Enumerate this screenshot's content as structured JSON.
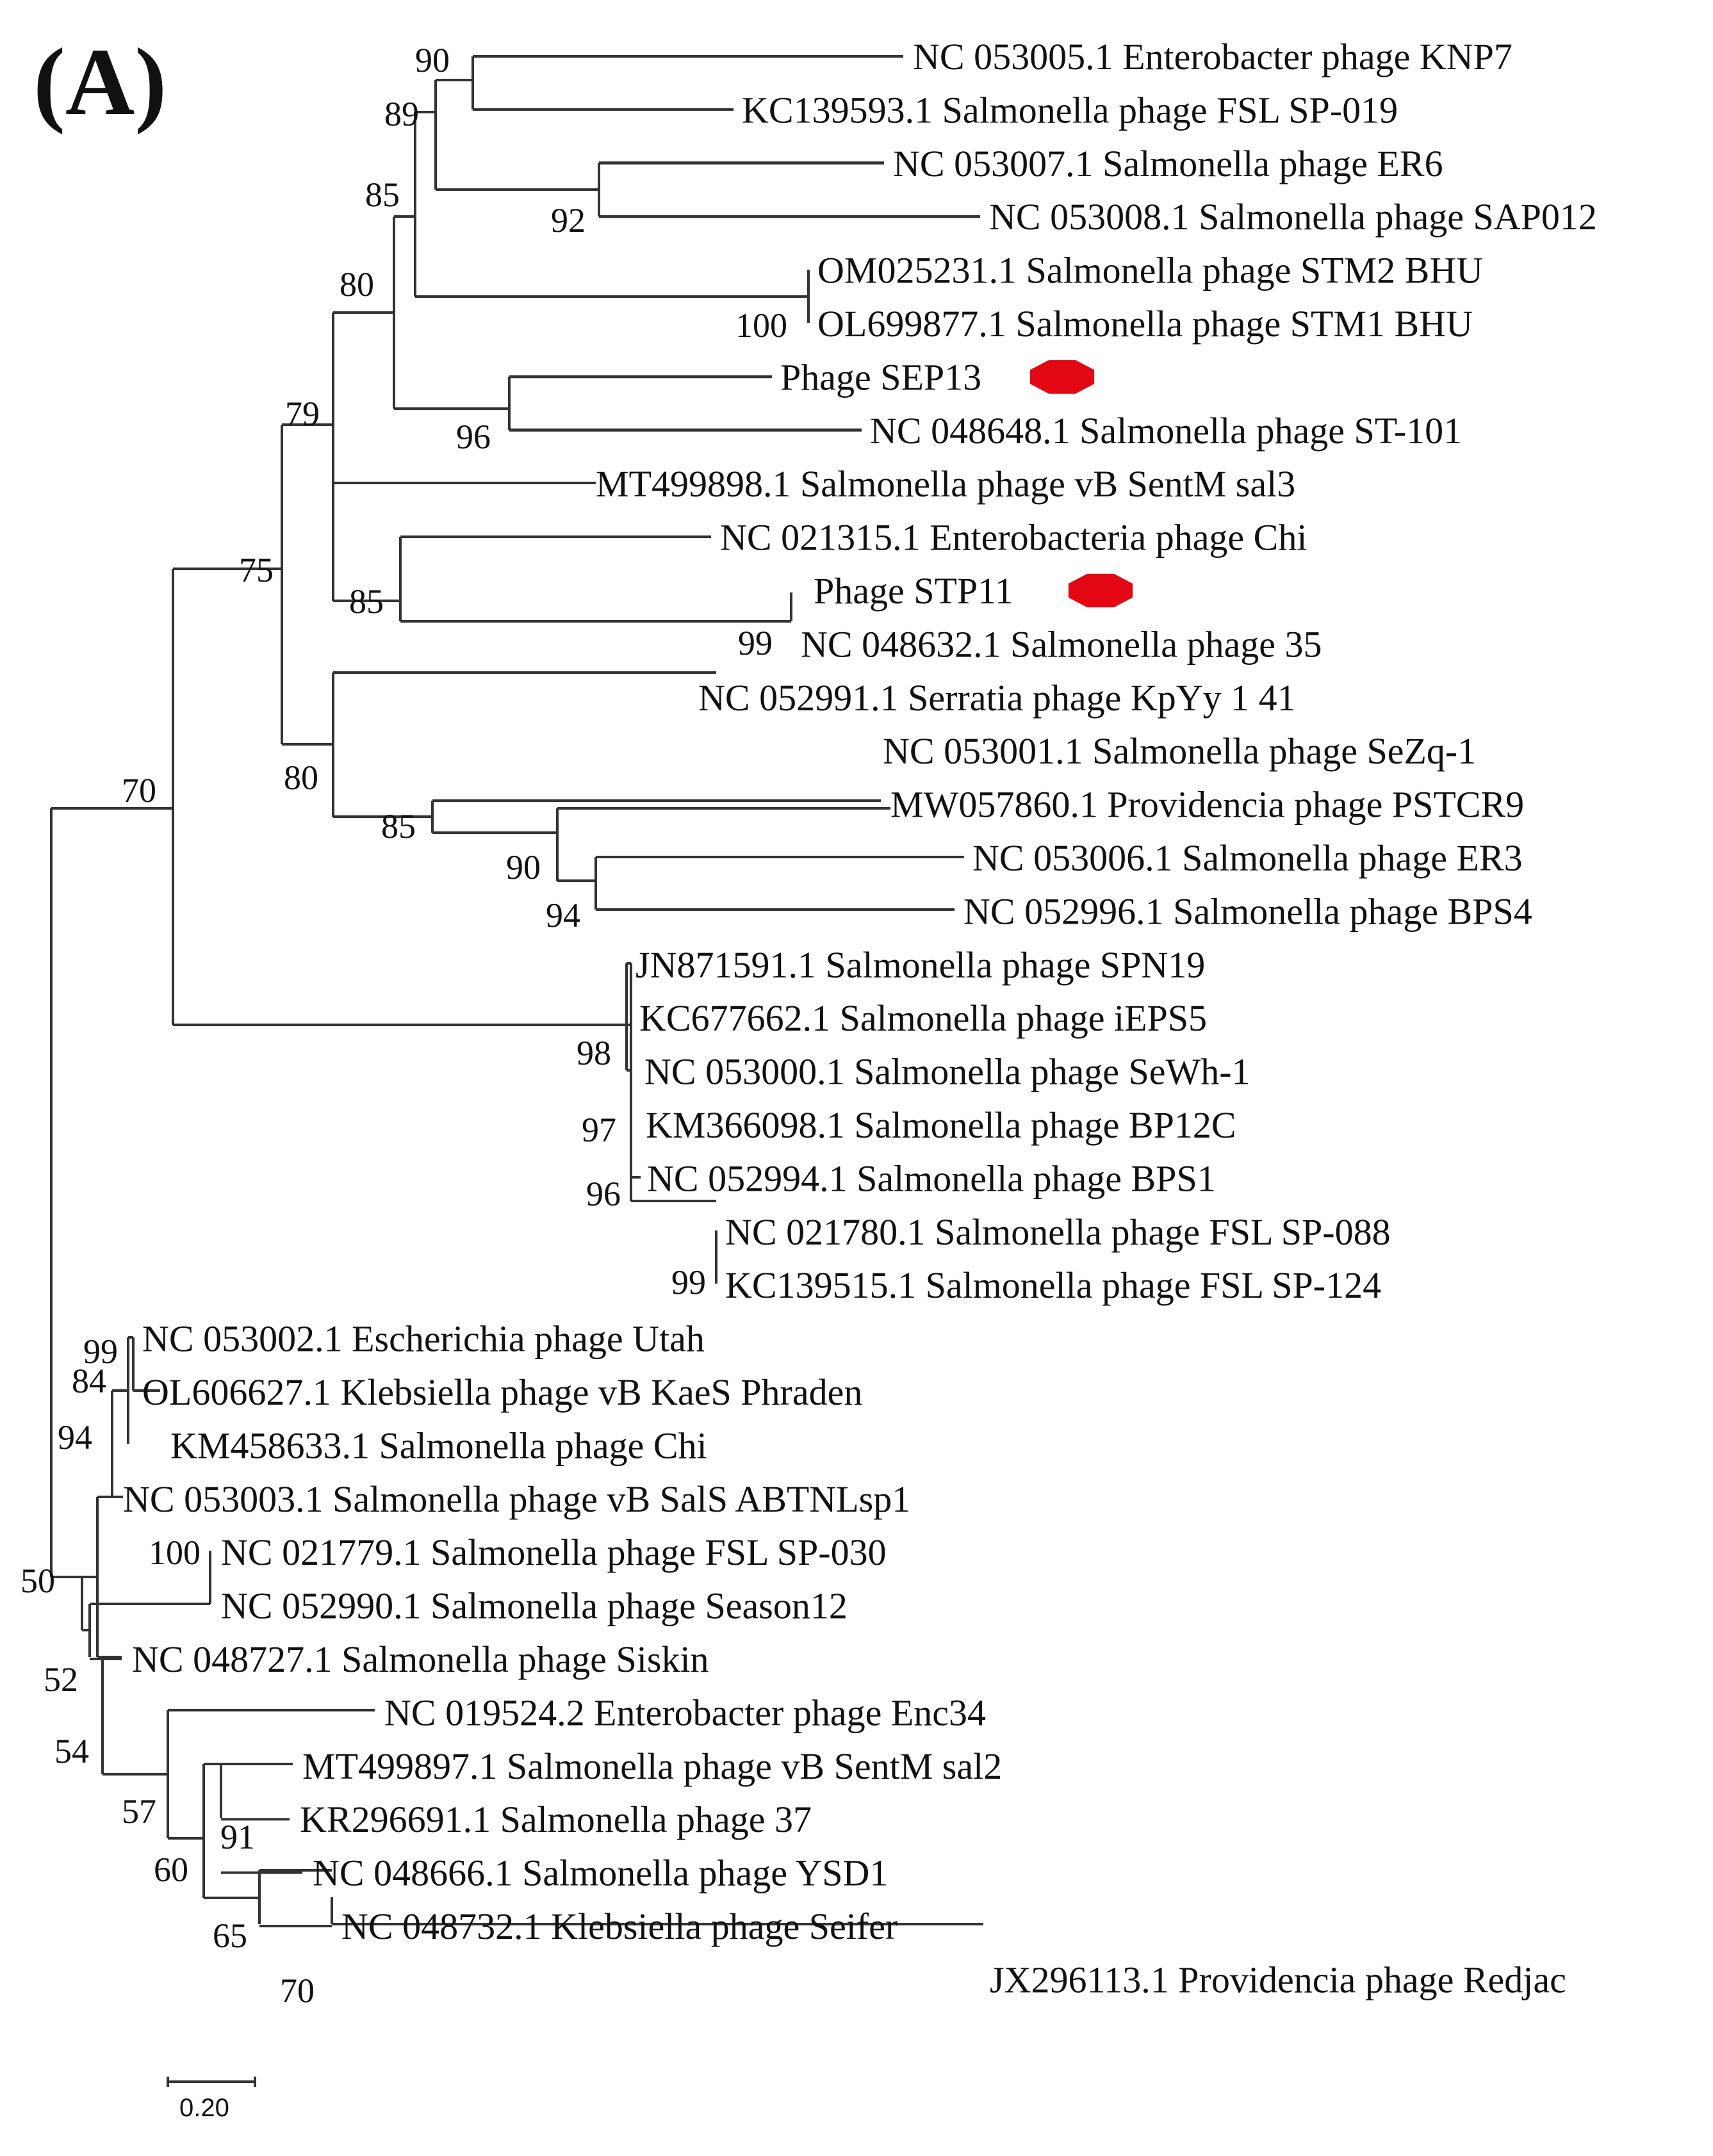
{
  "figure": {
    "panel_label": "(A)",
    "scale_bar_label": "0.20",
    "marker_color": "#e30613",
    "marker_shape": "red-octagon",
    "line_color": "#333333"
  },
  "leaves": [
    {
      "id": "l1",
      "label": "NC 053005.1 Enterobacter phage KNP7"
    },
    {
      "id": "l2",
      "label": "KC139593.1 Salmonella phage FSL SP-019"
    },
    {
      "id": "l3",
      "label": "NC 053007.1 Salmonella phage ER6"
    },
    {
      "id": "l4",
      "label": "NC 053008.1 Salmonella phage SAP012"
    },
    {
      "id": "l5",
      "label": "OM025231.1 Salmonella phage STM2 BHU"
    },
    {
      "id": "l6",
      "label": "OL699877.1 Salmonella phage STM1 BHU"
    },
    {
      "id": "l7",
      "label": "Phage SEP13",
      "marked": true
    },
    {
      "id": "l8",
      "label": "NC 048648.1 Salmonella phage ST-101"
    },
    {
      "id": "l9",
      "label": "MT499898.1 Salmonella phage vB SentM sal3"
    },
    {
      "id": "l10",
      "label": "NC 021315.1 Enterobacteria phage Chi"
    },
    {
      "id": "l11",
      "label": "Phage STP11",
      "marked": true
    },
    {
      "id": "l12",
      "label": "NC 048632.1 Salmonella phage 35"
    },
    {
      "id": "l13",
      "label": "NC 052991.1 Serratia phage KpYy 1 41"
    },
    {
      "id": "l14",
      "label": "NC 053001.1 Salmonella phage SeZq-1"
    },
    {
      "id": "l15",
      "label": "MW057860.1 Providencia phage PSTCR9"
    },
    {
      "id": "l16",
      "label": "NC 053006.1 Salmonella phage ER3"
    },
    {
      "id": "l17",
      "label": "NC 052996.1 Salmonella phage BPS4"
    },
    {
      "id": "l18",
      "label": "JN871591.1 Salmonella phage SPN19"
    },
    {
      "id": "l19",
      "label": "KC677662.1 Salmonella phage iEPS5"
    },
    {
      "id": "l20",
      "label": "NC 053000.1 Salmonella phage SeWh-1"
    },
    {
      "id": "l21",
      "label": "KM366098.1 Salmonella phage BP12C"
    },
    {
      "id": "l22",
      "label": "NC 052994.1 Salmonella phage BPS1"
    },
    {
      "id": "l23",
      "label": "NC 021780.1 Salmonella phage FSL SP-088"
    },
    {
      "id": "l24",
      "label": "KC139515.1 Salmonella phage FSL SP-124"
    },
    {
      "id": "l25",
      "label": "NC 053002.1 Escherichia phage Utah"
    },
    {
      "id": "l26",
      "label": "OL606627.1 Klebsiella phage vB KaeS Phraden"
    },
    {
      "id": "l27",
      "label": "KM458633.1 Salmonella phage Chi"
    },
    {
      "id": "l28",
      "label": "NC 053003.1 Salmonella phage vB SalS ABTNLsp1"
    },
    {
      "id": "l29",
      "label": "NC 021779.1 Salmonella phage FSL SP-030"
    },
    {
      "id": "l30",
      "label": "NC 052990.1 Salmonella phage Season12"
    },
    {
      "id": "l31",
      "label": "NC 048727.1 Salmonella phage Siskin"
    },
    {
      "id": "l32",
      "label": "NC 019524.2 Enterobacter phage Enc34"
    },
    {
      "id": "l33",
      "label": "MT499897.1 Salmonella phage vB SentM sal2"
    },
    {
      "id": "l34",
      "label": "KR296691.1 Salmonella phage 37"
    },
    {
      "id": "l35",
      "label": "NC 048666.1 Salmonella phage YSD1"
    },
    {
      "id": "l36",
      "label": "NC 048732.1 Klebsiella phage Seifer"
    },
    {
      "id": "l37",
      "label": "JX296113.1 Providencia phage Redjac"
    }
  ],
  "support_values": [
    "90",
    "89",
    "92",
    "85",
    "100",
    "80",
    "96",
    "79",
    "85",
    "99",
    "75",
    "80",
    "85",
    "90",
    "94",
    "70",
    "98",
    "97",
    "96",
    "99",
    "99",
    "84",
    "94",
    "100",
    "50",
    "52",
    "54",
    "57",
    "91",
    "60",
    "65",
    "70"
  ]
}
